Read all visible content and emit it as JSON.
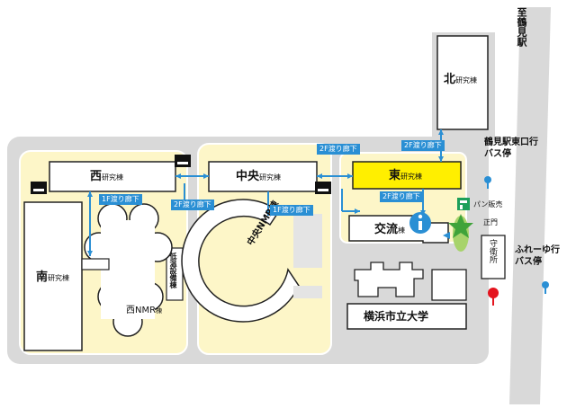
{
  "station_dir": "至鶴見駅",
  "buildings": {
    "north": {
      "main": "北",
      "sub": "研究棟"
    },
    "east": {
      "main": "東",
      "sub": "研究棟"
    },
    "west": {
      "main": "西",
      "sub": "研究棟"
    },
    "center": {
      "main": "中央",
      "sub": "研究棟"
    },
    "south": {
      "main": "南",
      "sub": "研究棟"
    },
    "exchange": {
      "main": "交流",
      "sub": "棟"
    },
    "west_nmr": {
      "main": "西NMR",
      "sub": "棟"
    },
    "center_nmr": "中央NMR棟",
    "low_temp": "低温設備棟",
    "guard": "守衛所",
    "university": "横浜市立大学"
  },
  "bridges": {
    "north_east": "2F渡り廊下",
    "center_east": "2F渡り廊下",
    "west_center": "2F渡り廊下",
    "east_exchange": "2F渡り廊下",
    "west_south": "1F渡り廊下",
    "center_nmr": "1F渡り廊下"
  },
  "gate": "正門",
  "bakery": "パン販売",
  "bus_stops": {
    "tsurumi": [
      "鶴見駅東口行",
      "バス停"
    ],
    "fureai": [
      "ふれーゆ行",
      "バス停"
    ]
  },
  "colors": {
    "campus": "#fdf6c8",
    "road": "#d9d9d9",
    "bridge": "#2a8fd4",
    "highlight": "#ffef00",
    "pin": "#e4141e"
  },
  "icons": [
    "smoking-area-icon",
    "info-icon",
    "bakery-icon",
    "bus-stop-icon",
    "guard-pin-icon"
  ]
}
